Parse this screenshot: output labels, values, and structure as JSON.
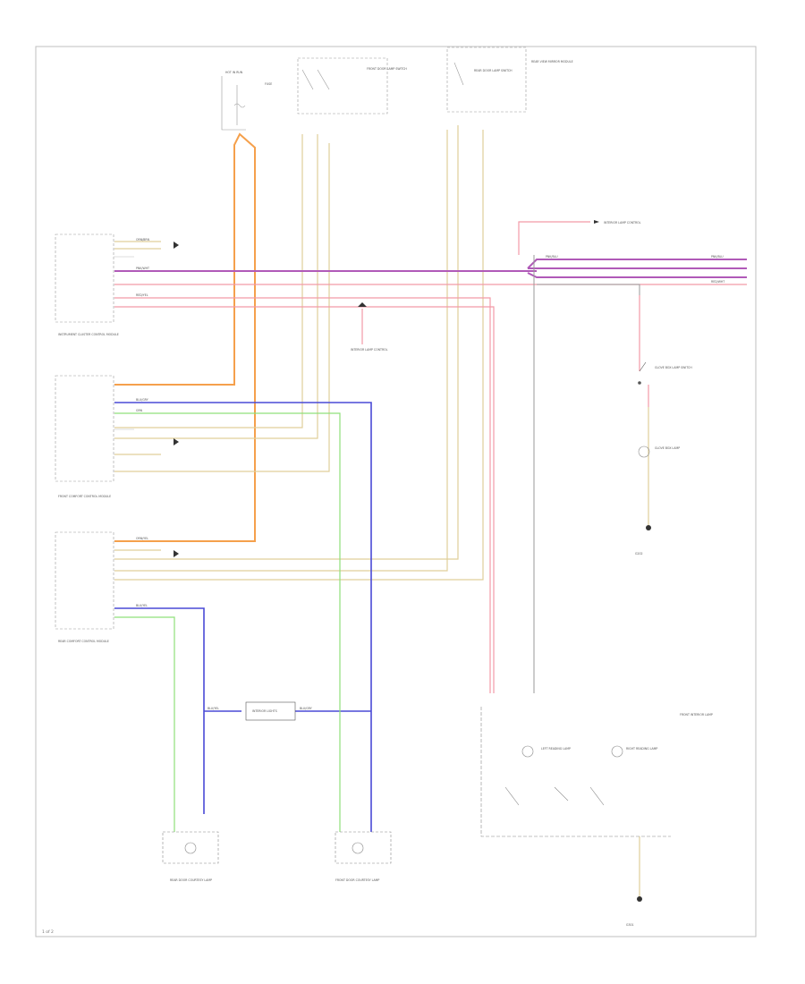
{
  "colors": {
    "orange": "#f5a04c",
    "tan": "#e0cf9a",
    "pink": "#f29aa6",
    "purple": "#b05ab8",
    "blue": "#4a4ad6",
    "green": "#8fe07a",
    "grey": "#9a9a9a",
    "dark": "#333333"
  },
  "labels": {
    "hot_in_run": "HOT IN RUN",
    "fuse": "FUSE",
    "door_lamp_switch_front": "FRONT DOOR LAMP SWITCH",
    "door_lamp_switch_rear": "REAR DOOR LAMP SWITCH",
    "rear_view_module": "REAR VIEW MIRROR MODULE",
    "module_a": "INSTRUMENT CLUSTER CONTROL MODULE",
    "module_b": "FRONT COMFORT CONTROL MODULE",
    "module_c": "REAR COMFORT CONTROL MODULE",
    "interior_lamp_ctrl_top": "INTERIOR LAMP CONTROL",
    "interior_lamp_ctrl_mid": "INTERIOR LAMP CONTROL",
    "glove_box_switch": "GLOVE BOX LAMP SWITCH",
    "glove_box_lamp": "GLOVE BOX LAMP",
    "ground_1": "G202",
    "ground_2": "G301",
    "interior_lights": "INTERIOR LIGHTS",
    "front_interior_lamp": "FRONT INTERIOR LAMP",
    "lamp_left": "LEFT READING LAMP",
    "lamp_right": "RIGHT READING LAMP",
    "bottom_lamp_left": "REAR DOOR COURTESY LAMP",
    "bottom_lamp_mid": "FRONT DOOR COURTESY LAMP",
    "page_ref": "1 of 2"
  }
}
